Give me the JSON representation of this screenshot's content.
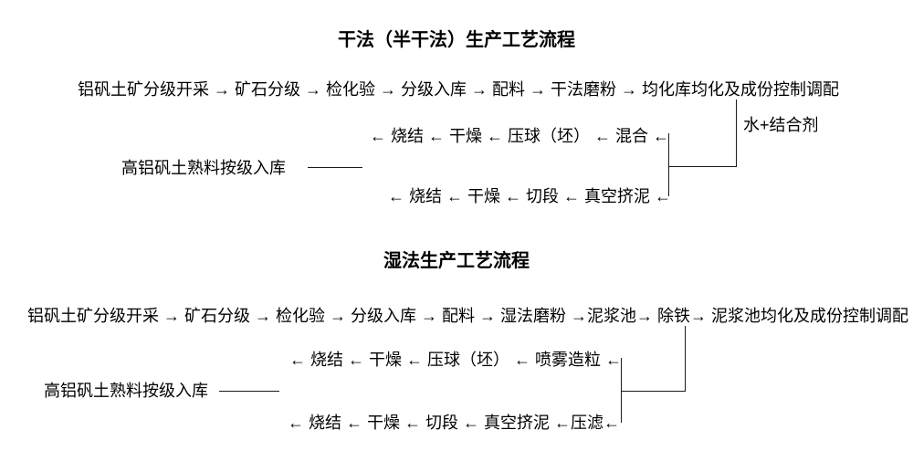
{
  "page": {
    "background_color": "#ffffff",
    "text_color": "#000000",
    "line_color": "#1a1a1a"
  },
  "charts": [
    {
      "title": "干法（半干法）生产工艺流程",
      "main_line": "铝矾土矿分级开采 → 矿石分级 → 检化验 → 分级入库 → 配料 → 干法磨粉 → 均化库均化及成份控制调配",
      "additive_label": "水+结合剂",
      "branch_top": "← 烧结 ← 干燥 ← 压球（坯） ← 混合 ←",
      "storage_label": "高铝矾土熟料按级入库",
      "branch_bottom": "← 烧结 ← 干燥 ← 切段 ← 真空挤泥 ←"
    },
    {
      "title": "湿法生产工艺流程",
      "main_line": "铝矾土矿分级开采 → 矿石分级 → 检化验 → 分级入库 → 配料 → 湿法磨粉 →泥浆池→ 除铁→ 泥浆池均化及成份控制调配",
      "branch_top": "← 烧结 ← 干燥 ← 压球（坯） ← 喷雾造粒 ←",
      "storage_label": "高铝矾土熟料按级入库",
      "branch_bottom": "← 烧结 ← 干燥 ← 切段 ← 真空挤泥 ←压滤←"
    }
  ]
}
